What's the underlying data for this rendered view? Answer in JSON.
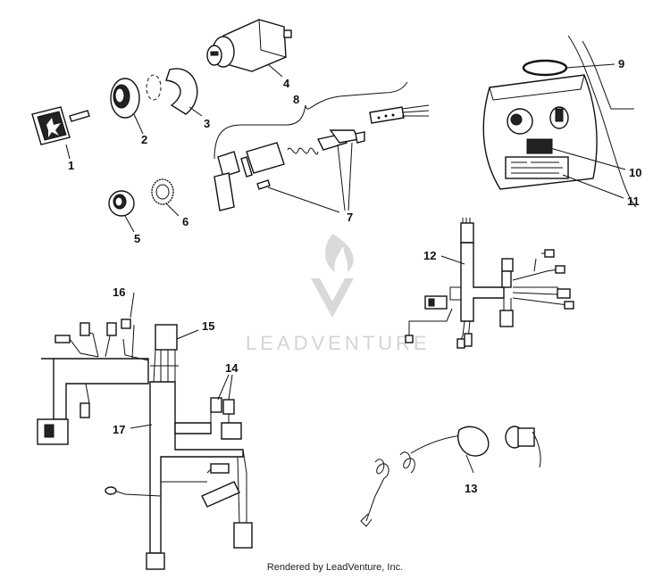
{
  "watermark": {
    "text": "LEADVENTURE"
  },
  "footer": {
    "text": "Rendered by LeadVenture, Inc."
  },
  "callouts": {
    "c1": "1",
    "c2": "2",
    "c3": "3",
    "c4": "4",
    "c5": "5",
    "c6": "6",
    "c7": "7",
    "c8": "8",
    "c9": "9",
    "c10": "10",
    "c11": "11",
    "c12": "12",
    "c13": "13",
    "c14": "14",
    "c15": "15",
    "c16": "16",
    "c17": "17"
  }
}
